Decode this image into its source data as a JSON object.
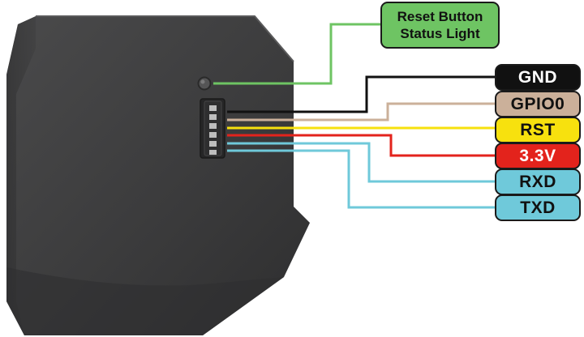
{
  "callout": {
    "line1": "Reset Button",
    "line2": "Status Light",
    "color": "#6ec463"
  },
  "pins": [
    {
      "label": "GND",
      "color": "#111111",
      "text_color": "#ffffff"
    },
    {
      "label": "GPIO0",
      "color": "#cbb09a",
      "text_color": "#111111"
    },
    {
      "label": "RST",
      "color": "#f7e10e",
      "text_color": "#111111"
    },
    {
      "label": "3.3V",
      "color": "#e3231c",
      "text_color": "#ffffff"
    },
    {
      "label": "RXD",
      "color": "#6fc9da",
      "text_color": "#111111"
    },
    {
      "label": "TXD",
      "color": "#6fc9da",
      "text_color": "#111111"
    }
  ],
  "device_color": "#3c3c3d"
}
